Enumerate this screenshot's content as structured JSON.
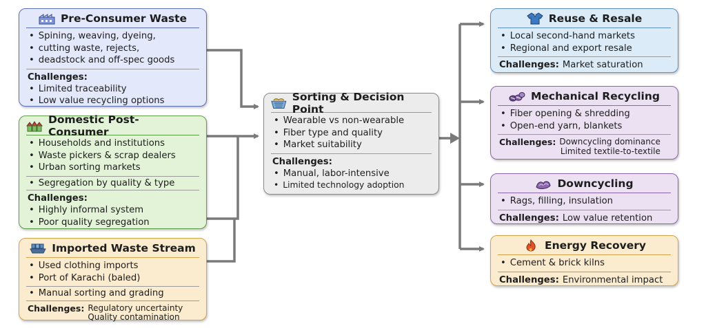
{
  "colors": {
    "blue_fill": "#e4e8fb",
    "blue_border": "#5a6fb8",
    "green_fill": "#e2f3d8",
    "green_border": "#5f9d4a",
    "orange_fill": "#fbebcf",
    "orange_border": "#d6a24a",
    "gray_fill": "#ececec",
    "gray_border": "#8a8a8a",
    "lightblue_fill": "#dcebf8",
    "lightblue_border": "#5d8fc4",
    "purple_fill": "#ece1f3",
    "purple_border": "#8c65ad",
    "arrow": "#7a7a7a"
  },
  "sources": {
    "pre_consumer": {
      "title": "Pre-Consumer Waste",
      "icon": "factory-icon",
      "items": [
        "Spining, weaving, dyeing,",
        "cutting waste, rejects,",
        "deadstock and off-spec goods"
      ],
      "challenges_label": "Challenges:",
      "challenges": [
        "Limited traceability",
        "Low value recycling options"
      ]
    },
    "domestic": {
      "title": "Domestic Post-Consumer",
      "icon": "houses-icon",
      "items": [
        "Households and institutions",
        "Waste pickers & scrap dealers",
        "Urban sorting markets"
      ],
      "extra": "Segregation by quality & type",
      "challenges_label": "Challenges:",
      "challenges": [
        "Highly informal system",
        "Poor quality segregation"
      ]
    },
    "imported": {
      "title": "Imported Waste Stream",
      "icon": "container-ship-icon",
      "items": [
        "Used clothing imports",
        "Port of Karachi (baled)"
      ],
      "extra": "Manual sorting and grading",
      "challenges_label": "Challenges:",
      "challenges": [
        "Regulatory uncertainty",
        "Quality contamination"
      ]
    }
  },
  "center": {
    "title": "Sorting & Decision Point",
    "icon": "clothes-basket-icon",
    "items": [
      "Wearable vs non-wearable",
      "Fiber type and quality",
      "Market suitability"
    ],
    "challenges_label": "Challenges:",
    "challenges": [
      "Manual, labor-intensive",
      "Limited technology adoption"
    ]
  },
  "outcomes": {
    "reuse": {
      "title": "Reuse & Resale",
      "icon": "shirt-icon",
      "items": [
        "Local second-hand markets",
        "Regional and export resale"
      ],
      "challenges_label": "Challenges:",
      "challenges": [
        "Market saturation"
      ]
    },
    "mechanical": {
      "title": "Mechanical Recycling",
      "icon": "fiber-bales-icon",
      "items": [
        "Fiber opening & shredding",
        "Open-end yarn, blankets"
      ],
      "challenges_label": "Challenges:",
      "challenges": [
        "Downcycling dominance",
        "Limited textile-to-textile"
      ]
    },
    "downcycling": {
      "title": "Downcycling",
      "icon": "rags-icon",
      "items": [
        "Rags, filling, insulation"
      ],
      "challenges_label": "Challenges:",
      "challenges": [
        "Low value retention"
      ]
    },
    "energy": {
      "title": "Energy Recovery",
      "icon": "flame-icon",
      "items": [
        "Cement & brick kilns"
      ],
      "challenges_label": "Challenges:",
      "challenges": [
        "Environmental impact"
      ]
    }
  }
}
